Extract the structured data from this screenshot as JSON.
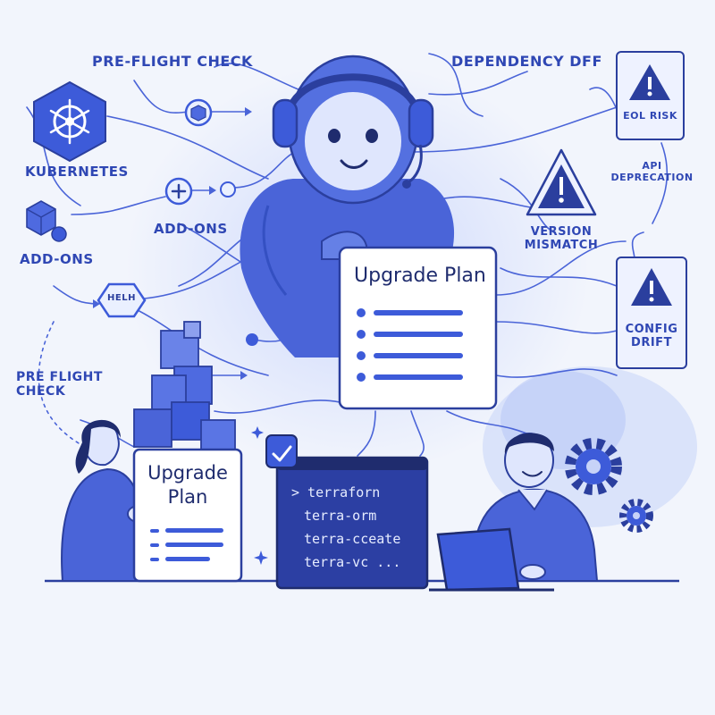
{
  "labels": {
    "pre_flight_check_top": "PRE-FLIGHT CHECK",
    "dependency_diff": "DEPENDENCY DFF",
    "kubernetes": "KUBERNETES",
    "addons_left": "ADD-ONS",
    "addons_mid": "ADD-ONS",
    "pre_flight_check_left": "PRE FLIGHT CHECK",
    "eol_risk": "EOL RISK",
    "api_deprecation": "API DEPRECATION",
    "version_mismatch": "VERSION MISMATCH",
    "config_drift": "CONFIG DRIFT",
    "helm": "HELH"
  },
  "upgrade_plan_main": {
    "title": "Upgrade Plan"
  },
  "upgrade_plan_left": {
    "title": "Upgrade Plan"
  },
  "terminal": {
    "lines": [
      "> terraforn",
      "terra-orm",
      "terra-cceate",
      "terra-vc ..."
    ]
  },
  "colors": {
    "accent": "#3d5bd9",
    "dark_blue": "#2b3f9e",
    "light_blue": "#a9b9f1",
    "background": "#f2f5fc",
    "terminal_bg": "#2c3fa3"
  },
  "icons": [
    "kubernetes-helm-wheel-icon",
    "warning-triangle-icon",
    "gear-icon",
    "cube-icon",
    "checkmark-icon",
    "plus-icon",
    "sparkle-icon"
  ]
}
